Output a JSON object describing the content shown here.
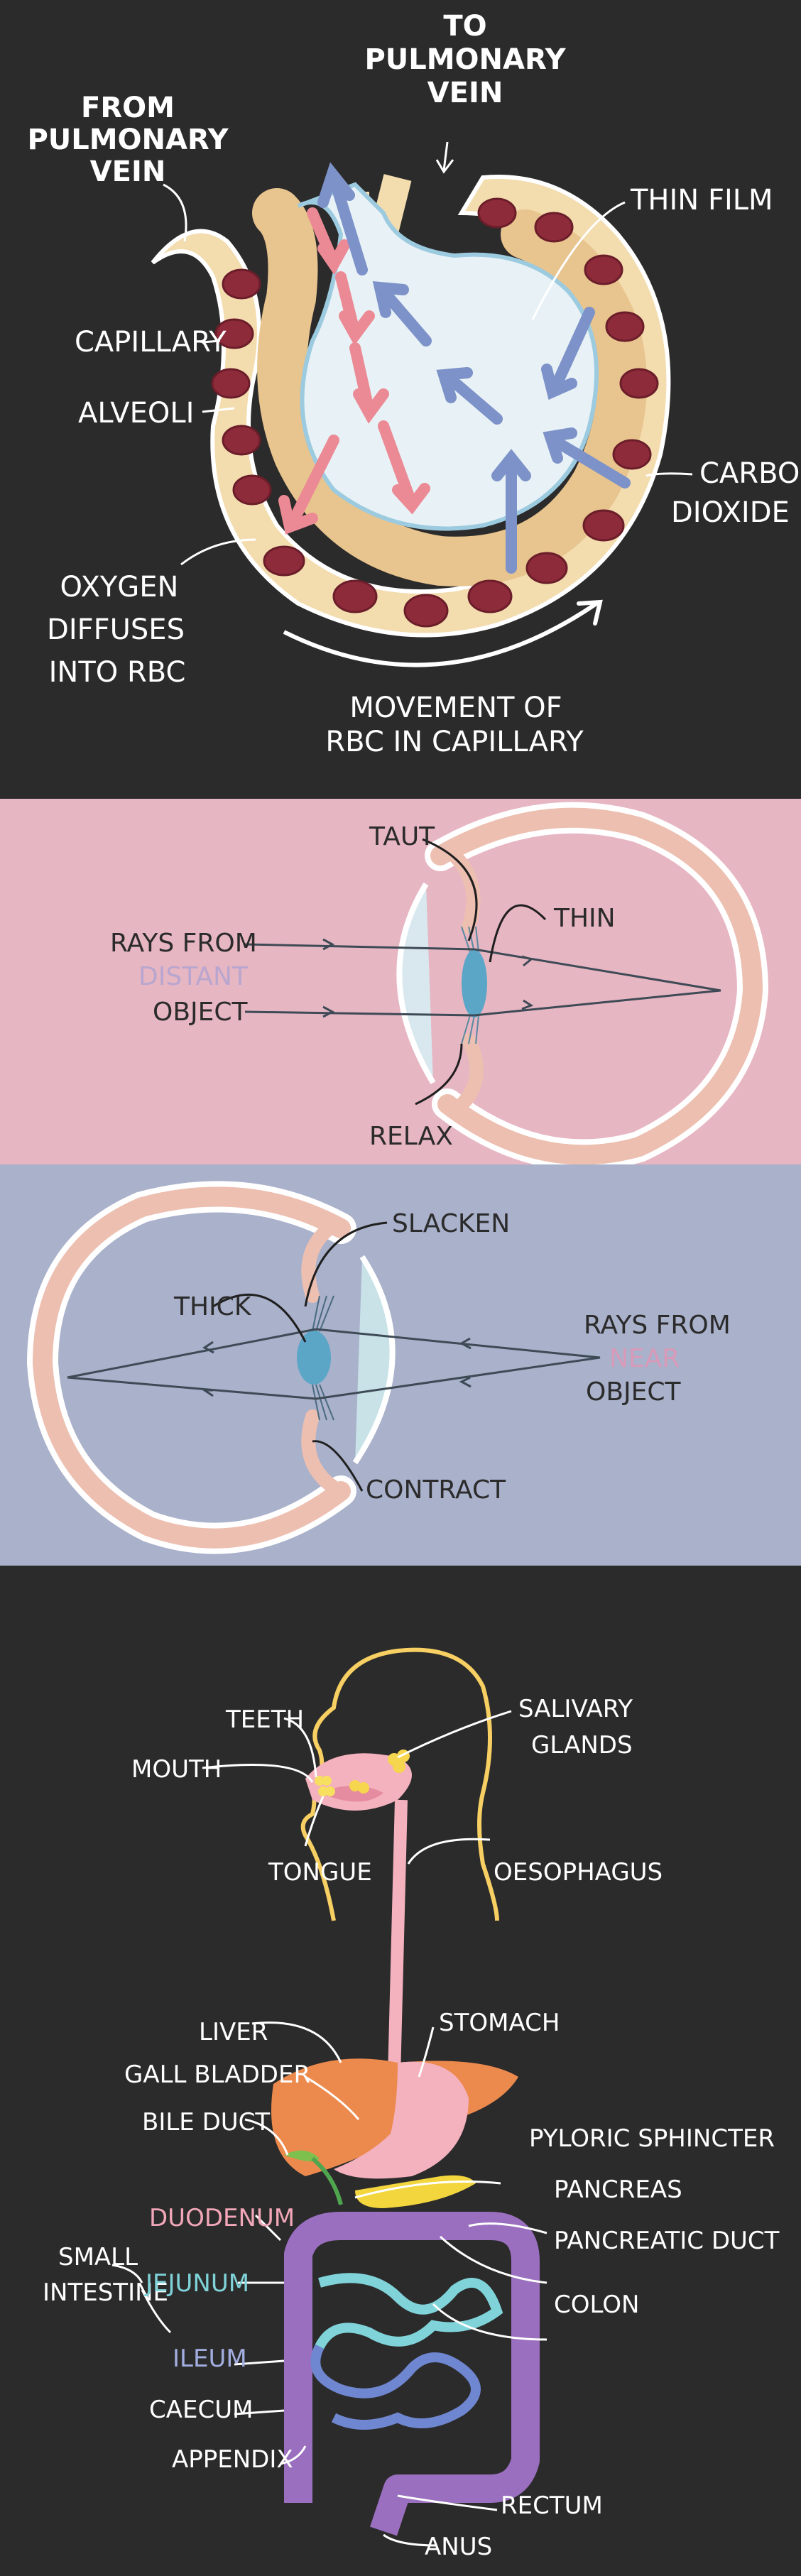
{
  "alveolus": {
    "from_vein": [
      "FROM",
      "PULMONARY",
      "VEIN"
    ],
    "to_vein": [
      "TO",
      "PULMONARY",
      "VEIN"
    ],
    "thin_film": "THIN FILM",
    "capillary": "CAPILLARY",
    "alveoli": "ALVEOLI",
    "carbon": [
      "CARBON",
      "DIOXIDE"
    ],
    "oxygen": [
      "OXYGEN",
      "DIFFUSES",
      "INTO RBC"
    ],
    "movement": [
      "MOVEMENT OF",
      "RBC IN CAPILLARY"
    ]
  },
  "eye_distant": {
    "taut": "TAUT",
    "thin": "THIN",
    "rays": [
      "RAYS FROM",
      "DISTANT",
      "OBJECT"
    ],
    "relax": "RELAX"
  },
  "eye_near": {
    "slacken": "SLACKEN",
    "thick": "THICK",
    "rays": [
      "RAYS FROM",
      "NEAR",
      "OBJECT"
    ],
    "contract": "CONTRACT"
  },
  "digestive": {
    "teeth": "TEETH",
    "mouth": "MOUTH",
    "tongue": "TONGUE",
    "salivary": [
      "SALIVARY",
      "GLANDS"
    ],
    "oesophagus": "OESOPHAGUS",
    "liver": "LIVER",
    "gall_bladder": "GALL BLADDER",
    "bile_duct": "BILE DUCT",
    "stomach": "STOMACH",
    "pyloric": "PYLORIC  SPHINCTER",
    "pancreas": "PANCREAS",
    "pancreatic_duct": "PANCREATIC DUCT",
    "duodenum": "DUODENUM",
    "small_intestine": [
      "SMALL",
      "INTESTINE"
    ],
    "jejunum": "JEJUNUM",
    "colon": "COLON",
    "ileum": "ILEUM",
    "caecum": "CAECUM",
    "appendix": "APPENDIX",
    "rectum": "RECTUM",
    "anus": "ANUS"
  },
  "colors": {
    "distant": "#b9a6cf",
    "near": "#d89ab8",
    "duodenum": "#f1a7b8",
    "jejunum": "#7fd3d9",
    "ileum": "#a3aee0"
  }
}
